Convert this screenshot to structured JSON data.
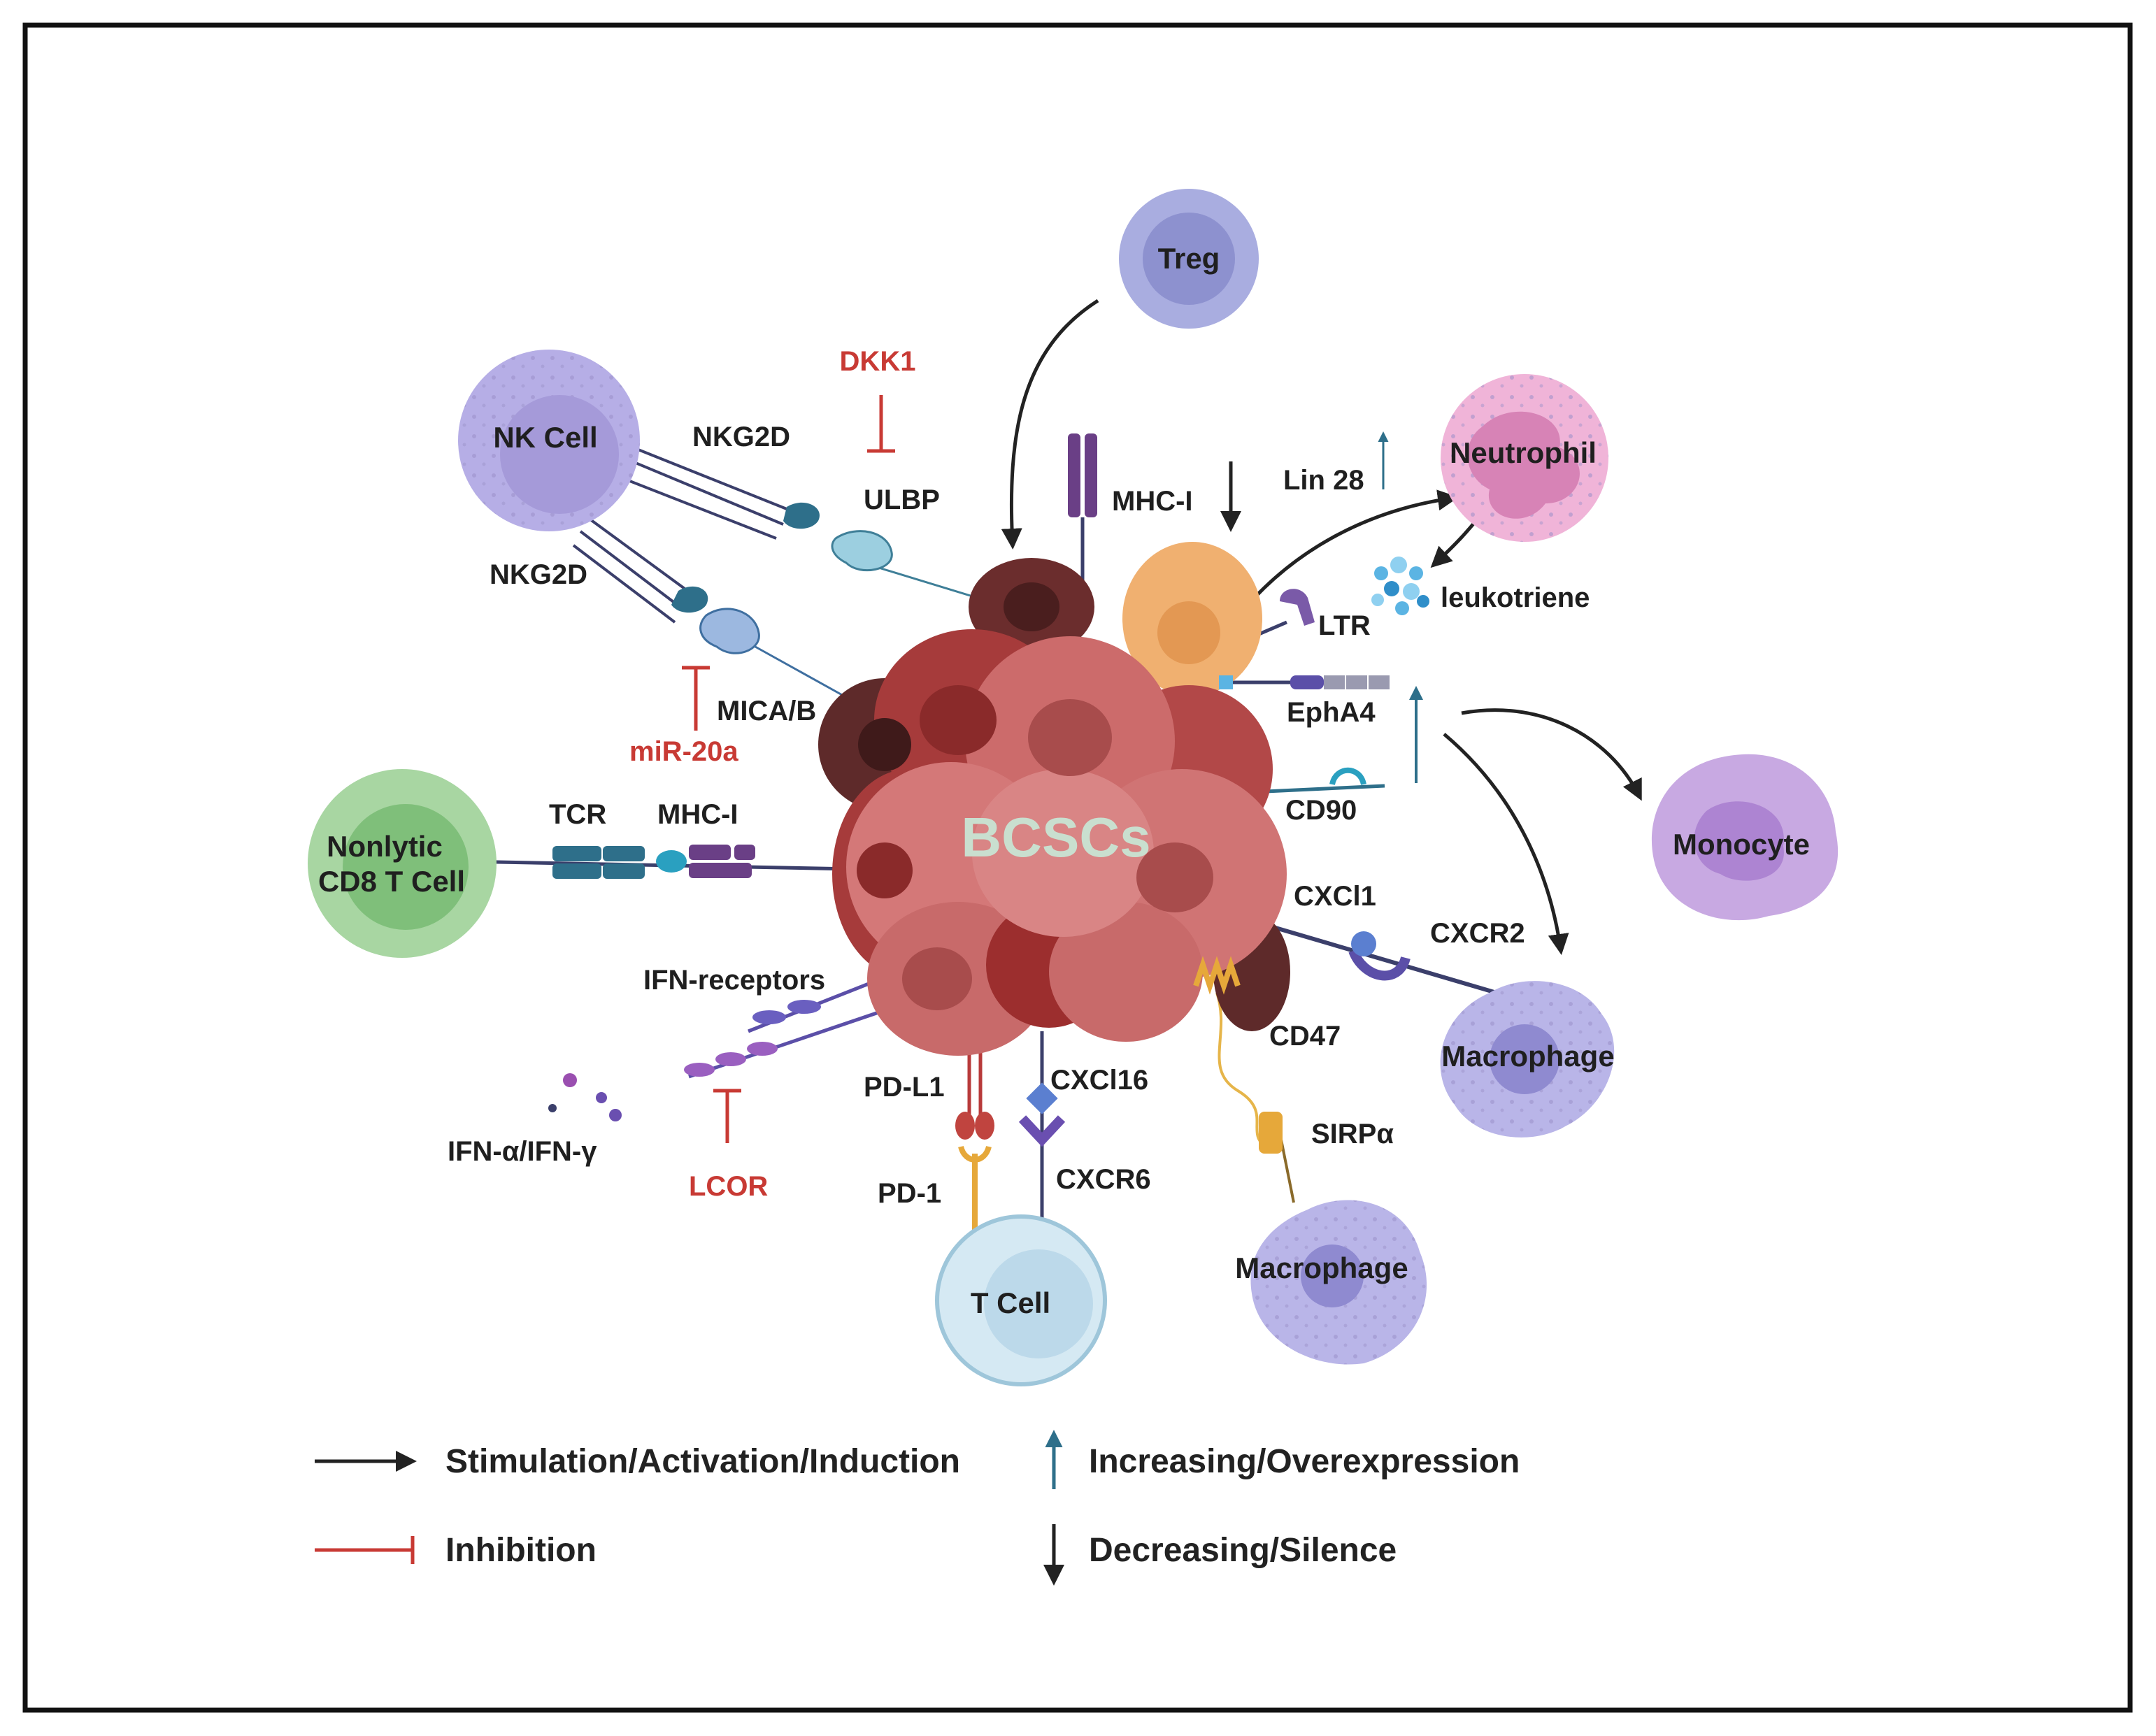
{
  "title": "",
  "colors": {
    "stimulation": "#222222",
    "inhibition": "#c83a34",
    "increasing": "#2e6f8a",
    "decreasing": "#222222",
    "tumor": "#c96a6a",
    "tumor_dark": "#6b2d2d"
  },
  "cells": {
    "center": "BCSCs",
    "treg": "Treg",
    "nk": "NK Cell",
    "neutrophil": "Neutrophil",
    "monocyte": "Monocyte",
    "cd8_line1": "Nonlytic",
    "cd8_line2": "CD8 T Cell",
    "macrophage_right": "Macrophage",
    "macrophage_bottom": "Macrophage",
    "tcell": "T Cell"
  },
  "molecules": {
    "dkk1": "DKK1",
    "nkg2d_top": "NKG2D",
    "nkg2d_left": "NKG2D",
    "ulbp": "ULBP",
    "mhc1_top": "MHC-I",
    "lin28": "Lin 28",
    "ltr": "LTR",
    "leukotriene": "leukotriene",
    "epha4": "EphA4",
    "mica_b": "MICA/B",
    "mir20a": "miR-20a",
    "cd90": "CD90",
    "tcr": "TCR",
    "mhc1_left": "MHC-I",
    "cxcl1": "CXCl1",
    "cxcr2": "CXCR2",
    "ifn_receptors": "IFN-receptors",
    "cd47": "CD47",
    "pd_l1": "PD-L1",
    "cxcl16": "CXCl16",
    "sirpa": "SIRPα",
    "ifn_ag": "IFN-α/IFN-γ",
    "lcor": "LCOR",
    "pd_1": "PD-1",
    "cxcr6": "CXCR6"
  },
  "legend": {
    "stimulation": "Stimulation/Activation/Induction",
    "inhibition": "Inhibition",
    "increasing": "Increasing/Overexpression",
    "decreasing": "Decreasing/Silence"
  }
}
